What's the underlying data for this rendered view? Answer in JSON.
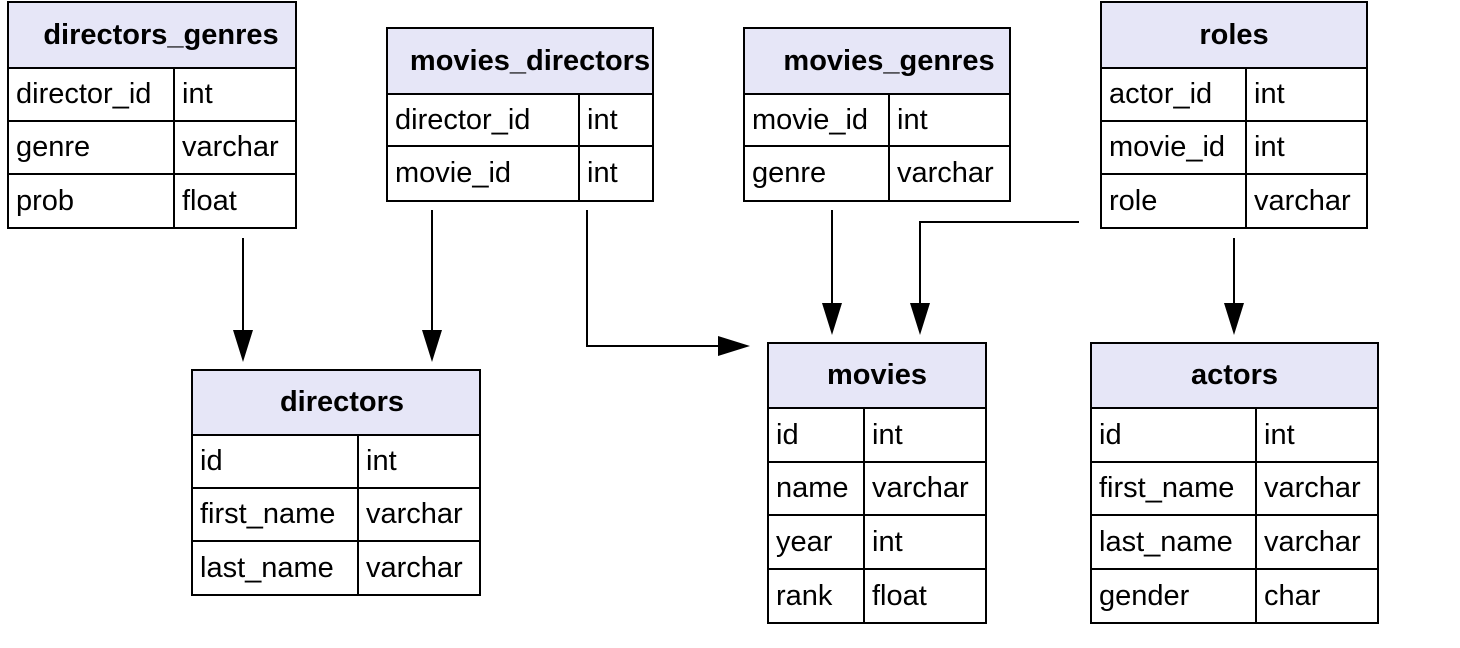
{
  "tables": {
    "directors_genres": {
      "title": "directors_genres",
      "rows": [
        {
          "name": "director_id",
          "type": "int"
        },
        {
          "name": "genre",
          "type": "varchar"
        },
        {
          "name": "prob",
          "type": "float"
        }
      ]
    },
    "movies_directors": {
      "title": "movies_directors",
      "rows": [
        {
          "name": "director_id",
          "type": "int"
        },
        {
          "name": "movie_id",
          "type": "int"
        }
      ]
    },
    "movies_genres": {
      "title": "movies_genres",
      "rows": [
        {
          "name": "movie_id",
          "type": "int"
        },
        {
          "name": "genre",
          "type": "varchar"
        }
      ]
    },
    "roles": {
      "title": "roles",
      "rows": [
        {
          "name": "actor_id",
          "type": "int"
        },
        {
          "name": "movie_id",
          "type": "int"
        },
        {
          "name": "role",
          "type": "varchar"
        }
      ]
    },
    "directors": {
      "title": "directors",
      "rows": [
        {
          "name": "id",
          "type": "int"
        },
        {
          "name": "first_name",
          "type": "varchar"
        },
        {
          "name": "last_name",
          "type": "varchar"
        }
      ]
    },
    "movies": {
      "title": "movies",
      "rows": [
        {
          "name": "id",
          "type": "int"
        },
        {
          "name": "name",
          "type": "varchar"
        },
        {
          "name": "year",
          "type": "int"
        },
        {
          "name": "rank",
          "type": "float"
        }
      ]
    },
    "actors": {
      "title": "actors",
      "rows": [
        {
          "name": "id",
          "type": "int"
        },
        {
          "name": "first_name",
          "type": "varchar"
        },
        {
          "name": "last_name",
          "type": "varchar"
        },
        {
          "name": "gender",
          "type": "char"
        }
      ]
    }
  },
  "relationships": [
    {
      "from": "directors_genres",
      "to": "directors"
    },
    {
      "from": "movies_directors",
      "to": "directors"
    },
    {
      "from": "movies_directors",
      "to": "movies"
    },
    {
      "from": "movies_genres",
      "to": "movies"
    },
    {
      "from": "roles",
      "to": "movies"
    },
    {
      "from": "roles",
      "to": "actors"
    }
  ],
  "colors": {
    "header_fill": "#e6e6f7",
    "border": "#000000"
  }
}
